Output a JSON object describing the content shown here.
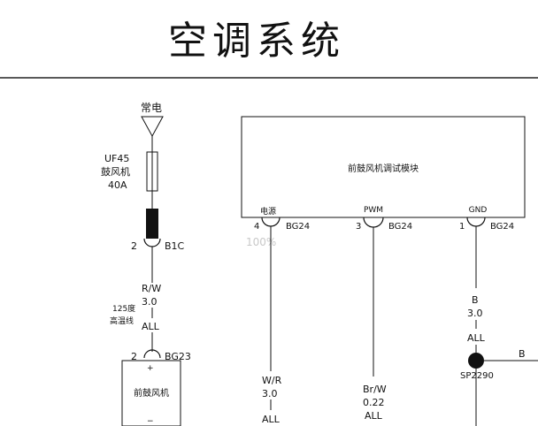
{
  "title": "空调系统",
  "power": {
    "label": "常电"
  },
  "fuse": {
    "name": "UF45",
    "desc": "鼓风机",
    "rating": "40A"
  },
  "connector_b1c": {
    "pin": "2",
    "name": "B1C"
  },
  "wire_feed": {
    "color": "R/W",
    "gauge": "3.0",
    "cable_spec": "125度",
    "cable_type": "高温线",
    "scope": "ALL"
  },
  "blower": {
    "pin": "2",
    "connector": "BG23",
    "label": "前鼓风机",
    "plus": "+",
    "minus": "−"
  },
  "module": {
    "label": "前鼓风机调试模块",
    "pins": [
      {
        "name": "电源",
        "num": "4",
        "connector": "BG24"
      },
      {
        "name": "PWM",
        "num": "3",
        "connector": "BG24"
      },
      {
        "name": "GND",
        "num": "1",
        "connector": "BG24"
      }
    ]
  },
  "wires": {
    "power": {
      "color": "W/R",
      "gauge": "3.0",
      "scope": "ALL"
    },
    "pwm": {
      "color": "Br/W",
      "gauge": "0.22",
      "scope": "ALL"
    },
    "gnd": {
      "color": "B",
      "gauge": "3.0",
      "scope": "ALL"
    },
    "branch": {
      "color": "B"
    }
  },
  "splice": {
    "label": "SP2290"
  },
  "watermark": {
    "text": "100%"
  }
}
